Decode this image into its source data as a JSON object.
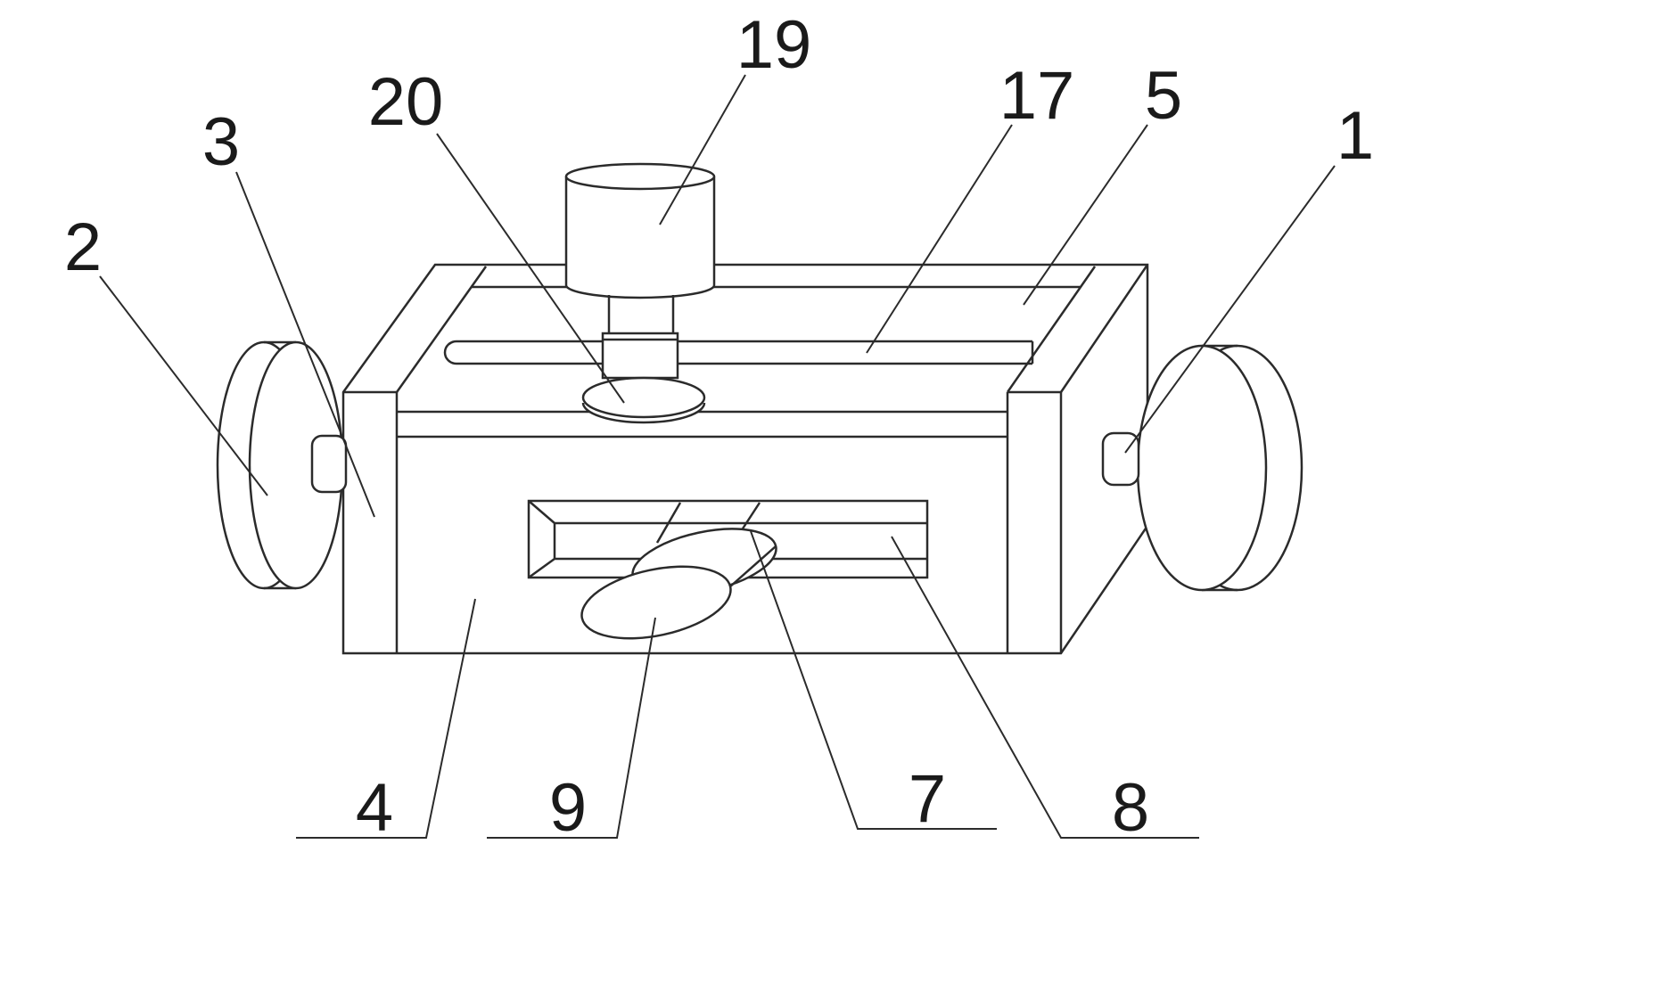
{
  "figure": {
    "kind": "patent-line-drawing",
    "background": "#ffffff",
    "line_color": "#2b2b2b",
    "label_color": "#1a1a1a",
    "labels": {
      "n1": "1",
      "n2": "2",
      "n3": "3",
      "n4": "4",
      "n5": "5",
      "n7": "7",
      "n8": "8",
      "n9": "9",
      "n17": "17",
      "n19": "19",
      "n20": "20"
    }
  }
}
